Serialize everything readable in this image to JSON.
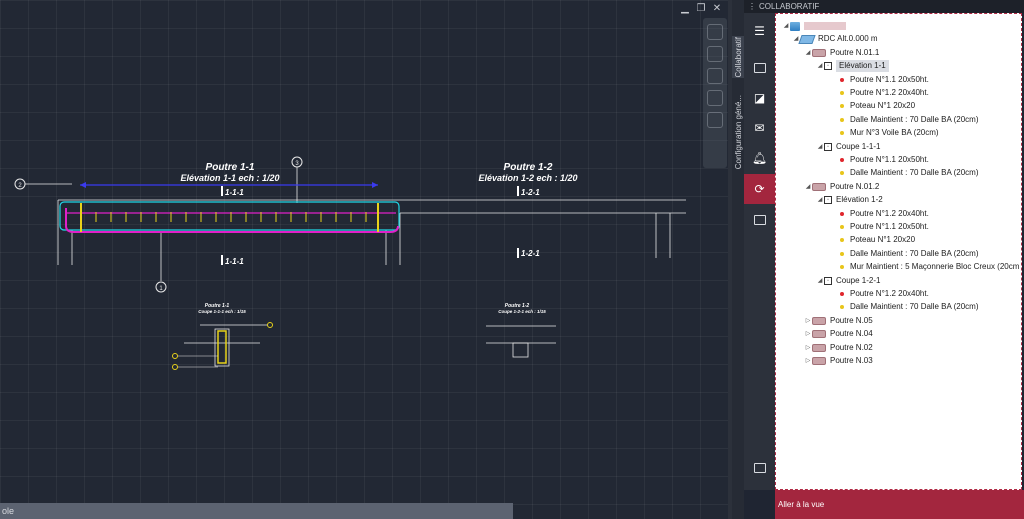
{
  "panel": {
    "title": "COLLABORATIF",
    "tabs": [
      {
        "label": "Collaboratif"
      },
      {
        "label": "Configuration géné..."
      }
    ]
  },
  "drawing": {
    "elevations": [
      {
        "title": "Poutre 1-1",
        "subtitle": "Elévation 1-1 ech : 1/20",
        "section_top": "1-1-1",
        "section_bottom": "1-1-1"
      },
      {
        "title": "Poutre 1-2",
        "subtitle": "Elévation 1-2 ech : 1/20",
        "section_top": "1-2-1",
        "section_bottom": "1-2-1"
      }
    ],
    "callouts": [
      "1",
      "2",
      "3"
    ],
    "sections": [
      {
        "title": "Poutre 1-1",
        "subtitle": "Coupe 1-1-1 ech : 1/15"
      },
      {
        "title": "Poutre 1-2",
        "subtitle": "Coupe 1-2-1 ech : 1/15"
      }
    ]
  },
  "commandline": {
    "text": "ole"
  },
  "tree": {
    "items": [
      {
        "label": "",
        "type": "root",
        "level": 0,
        "arrow": "down"
      },
      {
        "label": "RDC Alt.0.000 m",
        "type": "rdc",
        "level": 1,
        "arrow": "down"
      },
      {
        "label": "Poutre N.01.1",
        "type": "niveau",
        "level": 2,
        "arrow": "down"
      },
      {
        "label": "Elévation 1-1",
        "type": "vue",
        "level": 3,
        "arrow": "down",
        "selected": true
      },
      {
        "label": "Poutre N°1.1 20x50ht.",
        "type": "element",
        "level": 4,
        "dot": "#e0262d"
      },
      {
        "label": "Poutre N°1.2 20x40ht.",
        "type": "element",
        "level": 4,
        "dot": "#e8c51a"
      },
      {
        "label": "Poteau N°1 20x20",
        "type": "element",
        "level": 4,
        "dot": "#e8c51a"
      },
      {
        "label": "Dalle Maintient : 70  Dalle BA (20cm)",
        "type": "element",
        "level": 4,
        "dot": "#e8c51a"
      },
      {
        "label": "Mur N°3 Voile BA (20cm)",
        "type": "element",
        "level": 4,
        "dot": "#e8c51a"
      },
      {
        "label": "Coupe 1-1-1",
        "type": "vue",
        "level": 3,
        "arrow": "down"
      },
      {
        "label": "Poutre N°1.1 20x50ht.",
        "type": "element",
        "level": 4,
        "dot": "#e0262d"
      },
      {
        "label": "Dalle Maintient : 70  Dalle BA (20cm)",
        "type": "element",
        "level": 4,
        "dot": "#e8c51a"
      },
      {
        "label": "Poutre N.01.2",
        "type": "niveau",
        "level": 2,
        "arrow": "down"
      },
      {
        "label": "Elévation 1-2",
        "type": "vue",
        "level": 3,
        "arrow": "down"
      },
      {
        "label": "Poutre N°1.2 20x40ht.",
        "type": "element",
        "level": 4,
        "dot": "#e0262d"
      },
      {
        "label": "Poutre N°1.1 20x50ht.",
        "type": "element",
        "level": 4,
        "dot": "#e8c51a"
      },
      {
        "label": "Poteau N°1 20x20",
        "type": "element",
        "level": 4,
        "dot": "#e8c51a"
      },
      {
        "label": "Dalle Maintient : 70  Dalle BA (20cm)",
        "type": "element",
        "level": 4,
        "dot": "#e8c51a"
      },
      {
        "label": "Mur Maintient : 5  Maçonnerie  Bloc Creux (20cm",
        "type": "element",
        "level": 4,
        "dot": "#e8c51a"
      },
      {
        "label": "Coupe 1-2-1",
        "type": "vue",
        "level": 3,
        "arrow": "down"
      },
      {
        "label": "Poutre N°1.2 20x40ht.",
        "type": "element",
        "level": 4,
        "dot": "#e0262d"
      },
      {
        "label": "Dalle Maintient : 70  Dalle BA (20cm)",
        "type": "element",
        "level": 4,
        "dot": "#e8c51a"
      },
      {
        "label": "Poutre N.05",
        "type": "niveau",
        "level": 2,
        "arrow": "right"
      },
      {
        "label": "Poutre N.04",
        "type": "niveau",
        "level": 2,
        "arrow": "right"
      },
      {
        "label": "Poutre N.02",
        "type": "niveau",
        "level": 2,
        "arrow": "right"
      },
      {
        "label": "Poutre N.03",
        "type": "niveau",
        "level": 2,
        "arrow": "right"
      }
    ]
  },
  "footer": {
    "label": "Aller à la vue"
  },
  "colors": {
    "accent": "#a3263e",
    "stirrup": "#e8d21a",
    "beam_outline": "#20d8e8",
    "rebar": "#e020c8",
    "dimension": "#3a3af0"
  },
  "toolbar_icons": [
    "menu-icon",
    "login-icon",
    "cube-icon",
    "mail-icon",
    "bell-icon",
    "sync-icon",
    "export-icon",
    "settings-doc-icon"
  ]
}
